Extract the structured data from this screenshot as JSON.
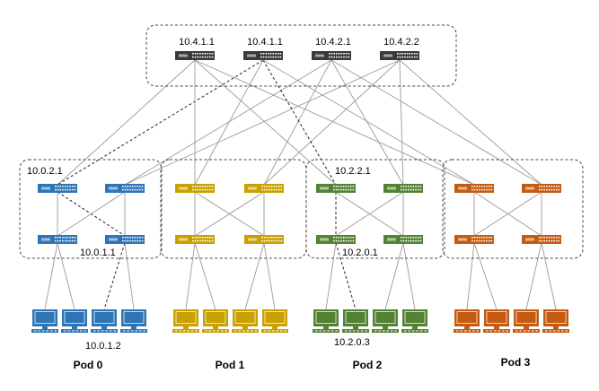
{
  "colors": {
    "core": "#3a3a3a",
    "pod0": "#2e75b6",
    "pod1": "#c9a000",
    "pod2": "#548235",
    "pod3": "#c55a11",
    "link": "#9a9a9a",
    "dashed_link": "#222222",
    "box_border": "#444444"
  },
  "core_switches": [
    {
      "label": "10.4.1.1",
      "icon": "network-switch-icon"
    },
    {
      "label": "10.4.1.1",
      "icon": "network-switch-icon"
    },
    {
      "label": "10.4.2.1",
      "icon": "network-switch-icon"
    },
    {
      "label": "10.4.2.2",
      "icon": "network-switch-icon"
    }
  ],
  "pods": [
    {
      "name": "Pod 0",
      "color_key": "pod0",
      "annotations": {
        "aggr": "10.0.2.1",
        "edge": "10.0.1.1",
        "host": "10.0.1.2"
      }
    },
    {
      "name": "Pod 1",
      "color_key": "pod1",
      "annotations": {}
    },
    {
      "name": "Pod 2",
      "color_key": "pod2",
      "annotations": {
        "aggr": "10.2.2.1",
        "edge": "10.2.0.1",
        "host": "10.2.0.3"
      }
    },
    {
      "name": "Pod 3",
      "color_key": "pod3",
      "annotations": {}
    }
  ],
  "icons": {
    "switch": "network-switch-icon",
    "host": "desktop-computer-icon"
  }
}
